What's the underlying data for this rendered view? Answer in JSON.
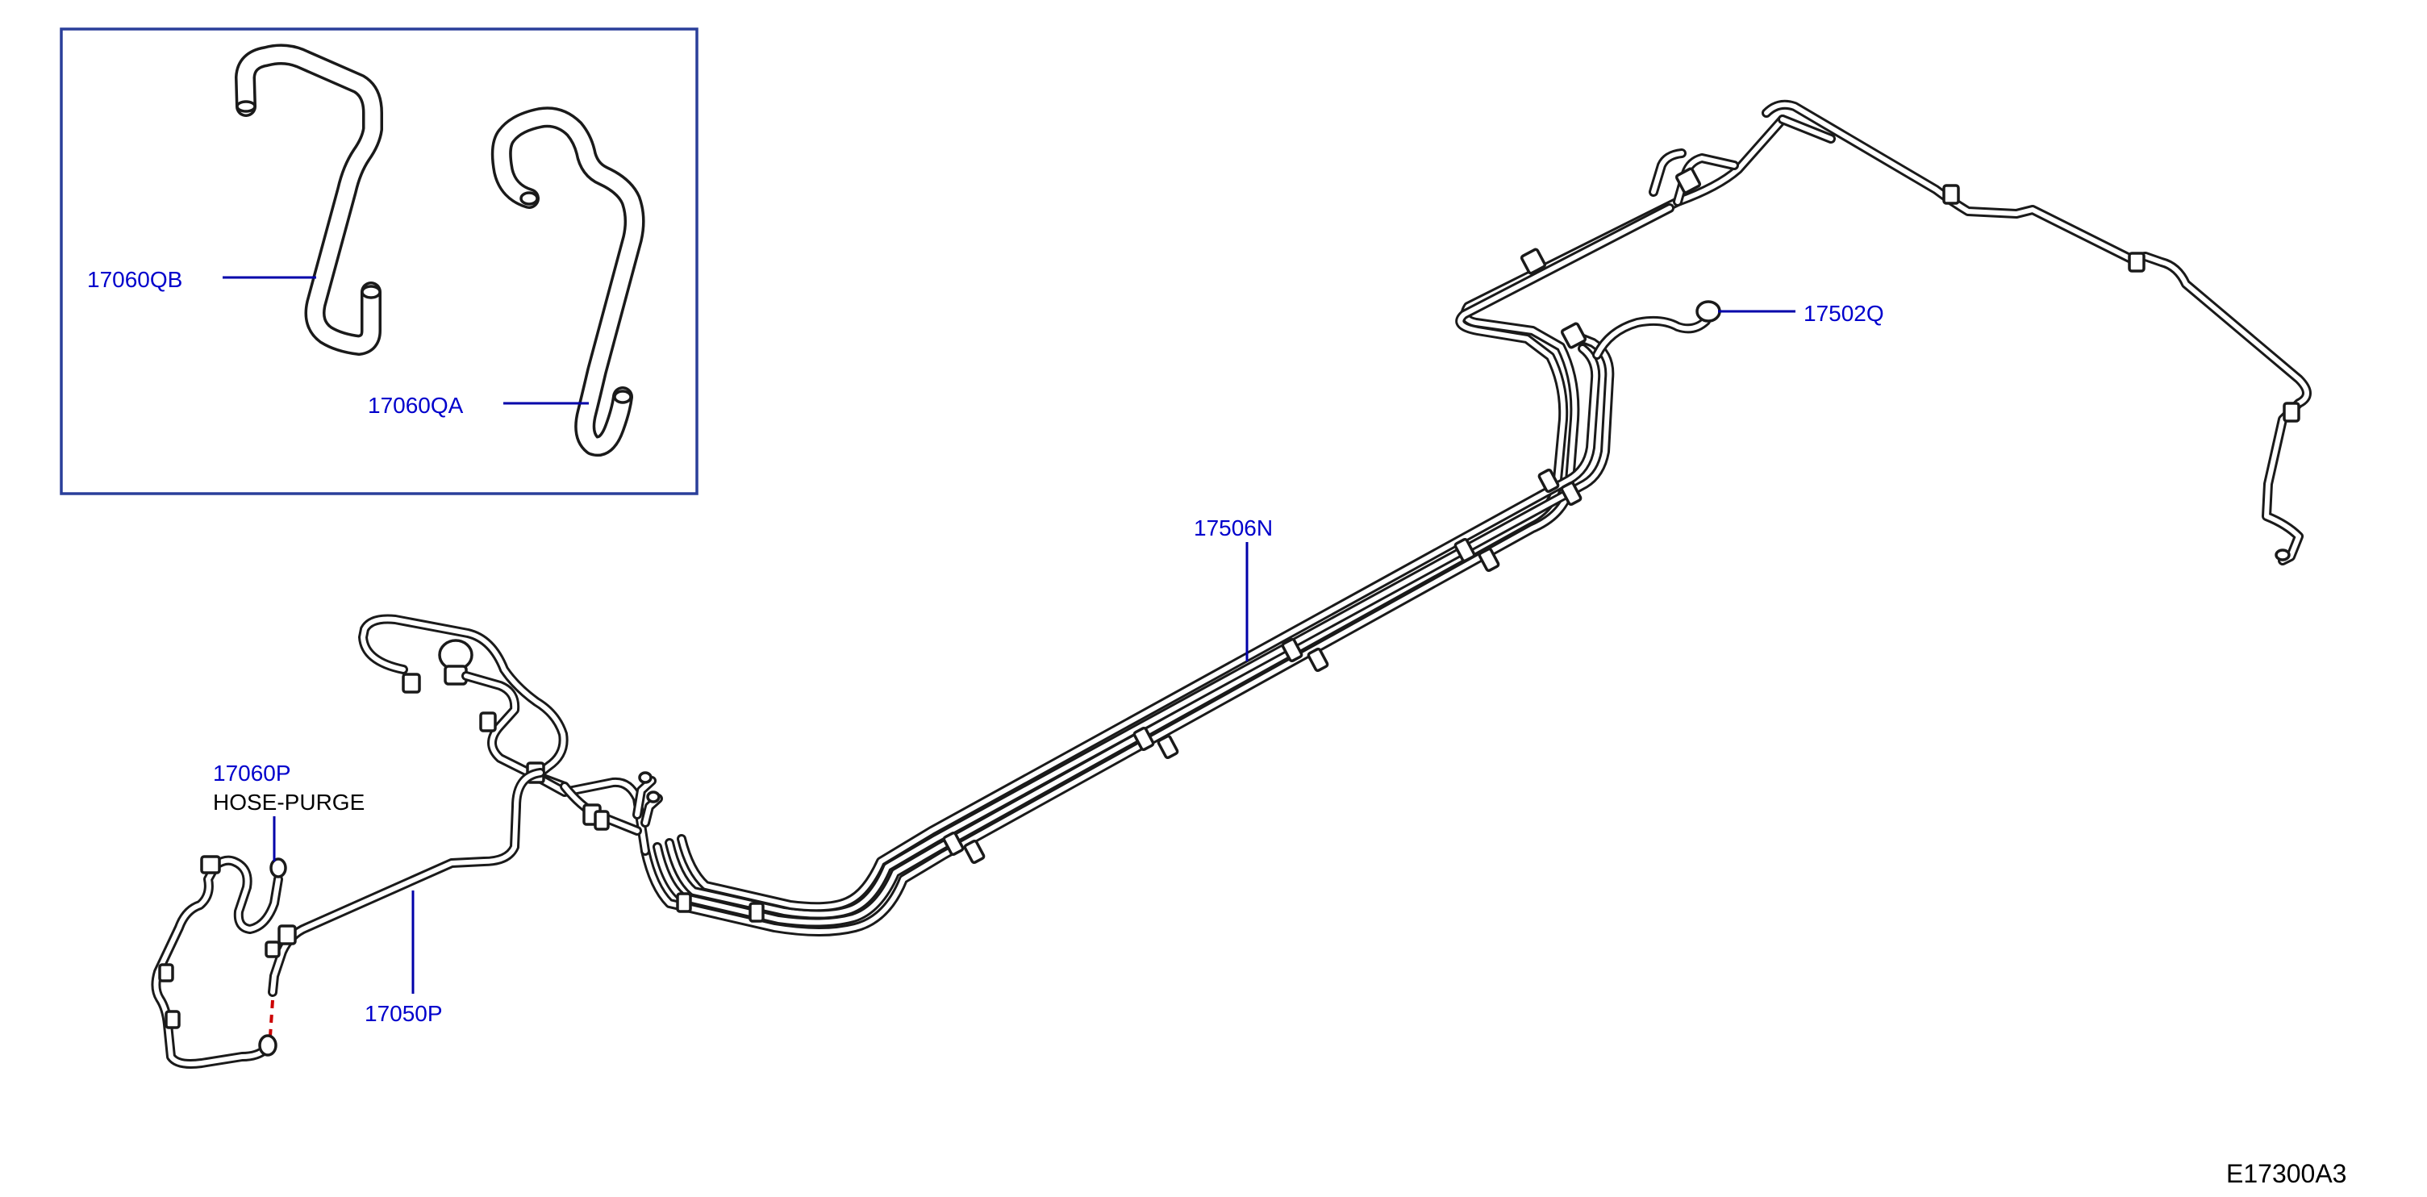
{
  "diagram": {
    "drawing_code": "E17300A3",
    "callouts": [
      {
        "id": "17060QB",
        "label": "17060QB"
      },
      {
        "id": "17060QA",
        "label": "17060QA"
      },
      {
        "id": "17502Q",
        "label": "17502Q"
      },
      {
        "id": "17506N",
        "label": "17506N"
      },
      {
        "id": "17060P",
        "label": "17060P",
        "description": "HOSE-PURGE"
      },
      {
        "id": "17050P",
        "label": "17050P"
      }
    ],
    "colors": {
      "callout_text": "#0000cc",
      "leader_line": "#0000aa",
      "inset_border": "#2a3f9a",
      "line_art": "#1a1a1a",
      "connection_dash": "#cc0000"
    }
  }
}
